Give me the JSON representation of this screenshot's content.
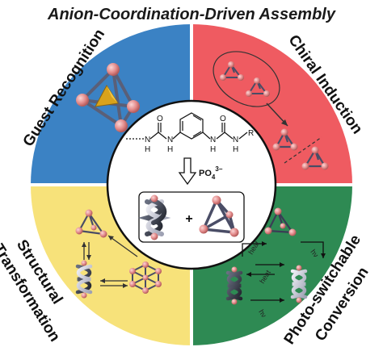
{
  "title": "Anion-Coordination-Driven Assembly",
  "quadrants": {
    "guest_recognition": {
      "label": "Guest Recognition",
      "color": "#3b82c4"
    },
    "chiral_induction": {
      "label": "Chiral Induction",
      "color": "#ef5b61"
    },
    "structural_transformation": {
      "label_line1": "Structural",
      "label_line2": "Transformation",
      "color": "#f7e27a"
    },
    "photo_switchable": {
      "label_line1": "Photo-switchable",
      "label_line2": "Conversion",
      "color": "#2e8a53"
    }
  },
  "center": {
    "anion": "PO",
    "anion_sub": "4",
    "anion_sup": "3−",
    "plus": "+",
    "atoms": {
      "n1": "N",
      "n2": "N",
      "n3": "N",
      "n4": "N",
      "h1": "H",
      "h2": "H",
      "h3": "H",
      "h4": "H",
      "o1": "O",
      "o2": "O",
      "r": "R"
    }
  },
  "photo_labels": {
    "heat1": "heat",
    "heat2": "heat",
    "hv1": "hν",
    "hv2": "hν"
  },
  "colors": {
    "sphere": "#e38b8b",
    "frame": "#5a5f78",
    "ring": "#ffffff",
    "helix_dark": "#3c4150",
    "helix_light": "#c7c9d6"
  }
}
